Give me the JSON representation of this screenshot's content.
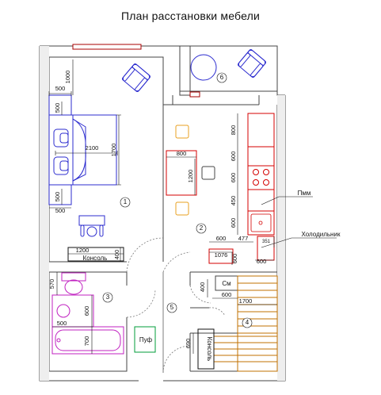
{
  "title": "План расстановки мебели",
  "rooms": [
    {
      "id": "room-1",
      "label": "1"
    },
    {
      "id": "room-2",
      "label": "2"
    },
    {
      "id": "room-3",
      "label": "3"
    },
    {
      "id": "room-4",
      "label": "4"
    },
    {
      "id": "room-5",
      "label": "5"
    },
    {
      "id": "room-6",
      "label": "6"
    }
  ],
  "dimensions": {
    "d500_top": "500",
    "d1000": "1000",
    "d500_left": "500",
    "d2100": "2100",
    "d1700_bed": "1700",
    "d500_lower": "500",
    "d500_bottom": "500",
    "d1200_console": "1200",
    "d400_console": "400",
    "d800_table": "800",
    "d1200_table": "1200",
    "d800_k1": "800",
    "d600_k2": "600",
    "d600_k3": "600",
    "d450": "450",
    "d600_k4": "600",
    "d600_fr": "600",
    "d477": "477",
    "d1076": "1076",
    "d600_fr2": "600",
    "d600_fr3": "600",
    "d351": "351",
    "d570": "570",
    "d600_bath": "600",
    "d500_bath": "500",
    "d700": "700",
    "d400_hall": "400",
    "d600_hall": "600",
    "d1700_hall": "1700",
    "d690": "690"
  },
  "labels": {
    "console_bedroom": "Консоль",
    "pmm": "Пмм",
    "fridge": "Холодильник",
    "cm": "См",
    "puf": "Пуф",
    "console_hall": "Консоль"
  }
}
